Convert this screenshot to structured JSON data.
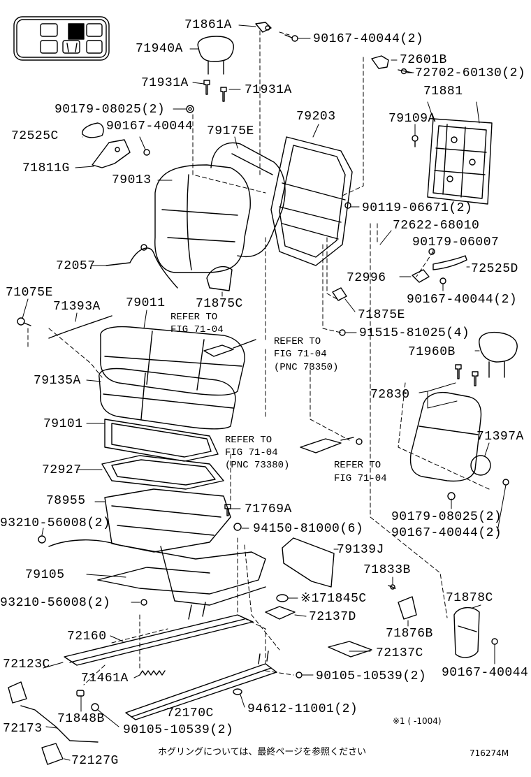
{
  "labels": {
    "l71861A": "71861A",
    "l90167_40044_2a": "90167-40044(2)",
    "l71940A": "71940A",
    "l72601B": "72601B",
    "l72702_60130": "72702-60130(2)",
    "l71931A_left": "71931A",
    "l71931A_right": "71931A",
    "l71881": "71881",
    "l90179_08025_2a": "90179-08025(2)",
    "l79203": "79203",
    "l79109A": "79109A",
    "l90167_40044_single_top": "90167-40044",
    "l72525C": "72525C",
    "l79175E": "79175E",
    "l71811G": "71811G",
    "l79013": "79013",
    "l90119_06671": "90119-06671(2)",
    "l72622_68010": "72622-68010",
    "l90179_06007": "90179-06007",
    "l72057": "72057",
    "l72525D": "72525D",
    "l72996": "72996",
    "l90167_40044_2b": "90167-40044(2)",
    "l71075E": "71075E",
    "l71393A": "71393A",
    "l79011": "79011",
    "l71875C": "71875C",
    "l71875E": "71875E",
    "l91515_81025": "91515-81025(4)",
    "l71960B": "71960B",
    "l79135A": "79135A",
    "l72830": "72830",
    "l79101": "79101",
    "l71397A": "71397A",
    "l72927": "72927",
    "l78955": "78955",
    "l71769A": "71769A",
    "l93210_56008_a": "93210-56008(2)",
    "l94150_81000": "94150-81000(6)",
    "l90179_08025_2b": "90179-08025(2)",
    "l90167_40044_2c": "90167-40044(2)",
    "l79139J": "79139J",
    "l79105": "79105",
    "l71833B": "71833B",
    "l71878C": "71878C",
    "l93210_56008_b": "93210-56008(2)",
    "l71845C": "※171845C",
    "l72137D": "72137D",
    "l71876B": "71876B",
    "l72160": "72160",
    "l72137C": "72137C",
    "l72123C": "72123C",
    "l71461A": "71461A",
    "l90105_10539_a": "90105-10539(2)",
    "l90167_40044_single_bottom": "90167-40044",
    "l71848B": "71848B",
    "l72170C": "72170C",
    "l94612_11001": "94612-11001(2)",
    "l72173": "72173",
    "l90105_10539_b": "90105-10539(2)",
    "l72127G": "72127G"
  },
  "refer": {
    "r1_line1": "REFER TO",
    "r1_line2": "FIG 71-04",
    "r2_line1": "REFER TO",
    "r2_line2": "FIG 71-04",
    "r2_line3": "(PNC 73350)",
    "r3_line1": "REFER TO",
    "r3_line2": "FIG 71-04",
    "r3_line3": "(PNC 73380)",
    "r4_line1": "REFER TO",
    "r4_line2": "FIG 71-04"
  },
  "footer": {
    "note_japanese": "ホグリングについては、最終ページを参照ください",
    "range_note": "※1 ( -1004)",
    "figure_id": "716274M"
  },
  "colors": {
    "ink": "#000000",
    "paper": "#ffffff"
  }
}
